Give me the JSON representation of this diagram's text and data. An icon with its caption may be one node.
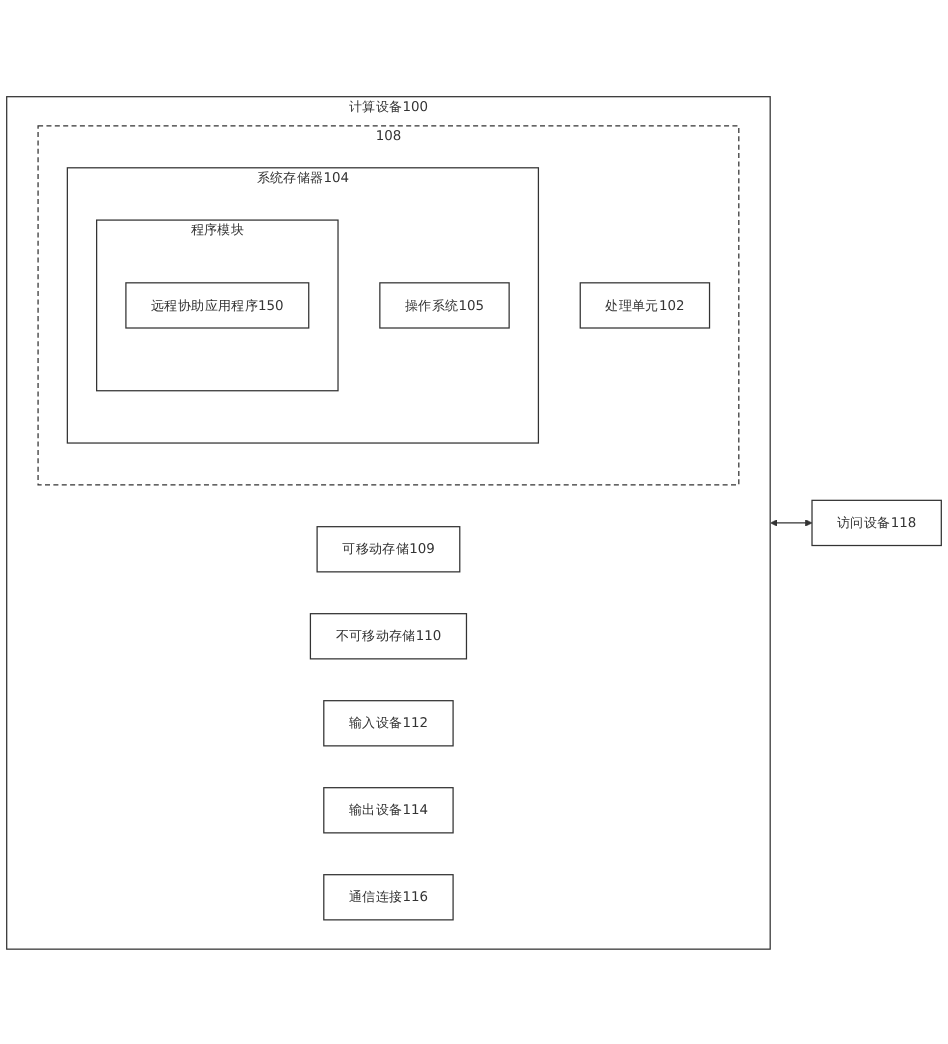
{
  "diagram": {
    "nodes": [
      {
        "text": [
          "计算设备100"
        ]
      },
      {
        "text": [
          "108"
        ],
        "in": 0
      },
      {
        "text": [
          "系统存储器104"
        ],
        "in": 1
      },
      {
        "text": [
          "操作系统105"
        ],
        "in": 2
      },
      {
        "text": [
          "程序模块"
        ],
        "in": 2
      },
      {
        "text": [
          "远程协助应用程序150"
        ],
        "in": 4
      },
      {
        "text": [
          "处理单元102"
        ],
        "in": 1
      },
      {
        "text": [
          "可移动存储109"
        ],
        "in": 0
      },
      {
        "text": [
          "不可移动存储110"
        ],
        "in": 0
      },
      {
        "text": [
          "输入设备112"
        ],
        "in": 0
      },
      {
        "text": [
          "输出设备114"
        ],
        "in": 0
      },
      {
        "text": [
          "通信连接116"
        ],
        "in": 0
      },
      {
        "text": [
          "访问设备118"
        ]
      }
    ],
    "edges": [
      {
        "from": 0,
        "to": 12,
        "arrow": "both"
      }
    ]
  }
}
